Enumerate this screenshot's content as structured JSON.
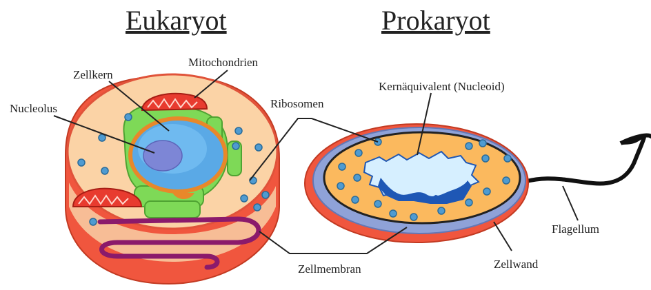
{
  "titles": {
    "eukaryote": "Eukaryot",
    "prokaryote": "Prokaryot"
  },
  "labels": {
    "mitochondria": "Mitochondrien",
    "nucleus": "Zellkern",
    "nucleolus": "Nucleolus",
    "ribosomes": "Ribosomen",
    "nucleoid": "Kernäquivalent (Nucleoid)",
    "flagellum": "Flagellum",
    "cell_wall": "Zellwand",
    "cell_membrane": "Zellmembran"
  },
  "colors": {
    "cytoplasm": "#fbd3a6",
    "outer_cell": "#f0563e",
    "nucleus": "#5aa9e6",
    "nucleolus": "#7d86d6",
    "er": "#7ed957",
    "golgi": "#8b1a6b",
    "ribosome": "#4f9bd1",
    "nucleoid": "#d6efff",
    "nucleoid_dark": "#1e57b5",
    "prokaryote_wall": "#8fa2d8",
    "prokaryote_cytoplasm": "#fbb95e",
    "flagellum": "#111111"
  }
}
